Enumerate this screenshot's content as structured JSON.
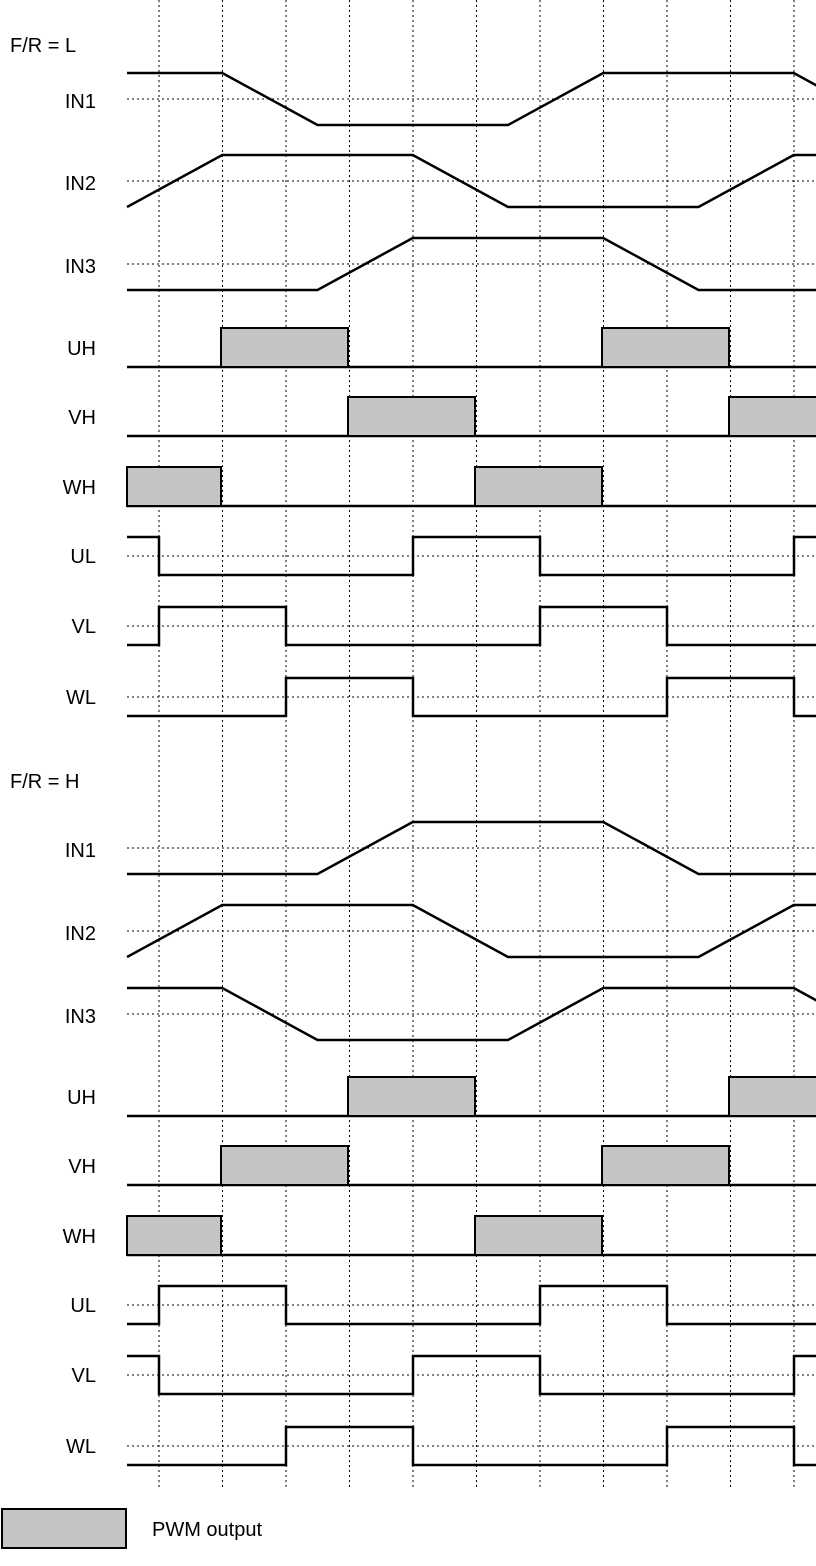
{
  "sections": [
    {
      "title": "F/R = L",
      "rows": [
        {
          "label": "IN1",
          "kind": "hall",
          "levels": "HLLLHHH",
          "trans": "FRFR",
          "start": "H",
          "wrapIn": true
        },
        {
          "label": "IN2",
          "kind": "hall",
          "levels": "LHHLLL",
          "trans": "RFRF",
          "start": "R"
        },
        {
          "label": "IN3",
          "kind": "hall",
          "levels": "LLHH",
          "trans": "RFRF",
          "start": "L"
        },
        {
          "label": "UH",
          "kind": "pwm",
          "pulses": [
            [
              1,
              2
            ],
            [
              4,
              5
            ]
          ]
        },
        {
          "label": "VH",
          "kind": "pwm",
          "pulses": [
            [
              2,
              3
            ],
            [
              5,
              6
            ]
          ]
        },
        {
          "label": "WH",
          "kind": "pwm",
          "pulses": [
            [
              0,
              1
            ],
            [
              3,
              4
            ]
          ]
        },
        {
          "label": "UL",
          "kind": "digital",
          "highs": [
            [
              -1,
              0.5
            ],
            [
              4.5,
              6.5
            ],
            [
              10.5,
              12
            ]
          ]
        },
        {
          "label": "VL",
          "kind": "digital",
          "highs": [
            [
              0.5,
              2.5
            ],
            [
              6.5,
              8.5
            ]
          ]
        },
        {
          "label": "WL",
          "kind": "digital",
          "highs": [
            [
              2.5,
              4.5
            ],
            [
              8.5,
              10.5
            ]
          ]
        }
      ]
    },
    {
      "title": "F/R = H",
      "rows": [
        {
          "label": "IN1",
          "kind": "hall"
        },
        {
          "label": "IN2",
          "kind": "hall"
        },
        {
          "label": "IN3",
          "kind": "hall"
        },
        {
          "label": "UH",
          "kind": "pwm",
          "pulses": [
            [
              2,
              3
            ],
            [
              5,
              6
            ]
          ]
        },
        {
          "label": "VH",
          "kind": "pwm",
          "pulses": [
            [
              1,
              2
            ],
            [
              4,
              5
            ]
          ]
        },
        {
          "label": "WH",
          "kind": "pwm",
          "pulses": [
            [
              0,
              1
            ],
            [
              3,
              4
            ]
          ]
        },
        {
          "label": "UL",
          "kind": "digital",
          "highs": [
            [
              0.5,
              2.5
            ],
            [
              6.5,
              8.5
            ]
          ]
        },
        {
          "label": "VL",
          "kind": "digital",
          "highs": [
            [
              -1,
              0.5
            ],
            [
              4.5,
              6.5
            ],
            [
              10.5,
              12
            ]
          ]
        },
        {
          "label": "WL",
          "kind": "digital",
          "highs": [
            [
              2.5,
              4.5
            ],
            [
              8.5,
              10.5
            ]
          ]
        }
      ]
    }
  ],
  "legend": {
    "label": "PWM output"
  },
  "colors": {
    "pwm_fill": "#c4c4c4",
    "line": "#000000"
  }
}
